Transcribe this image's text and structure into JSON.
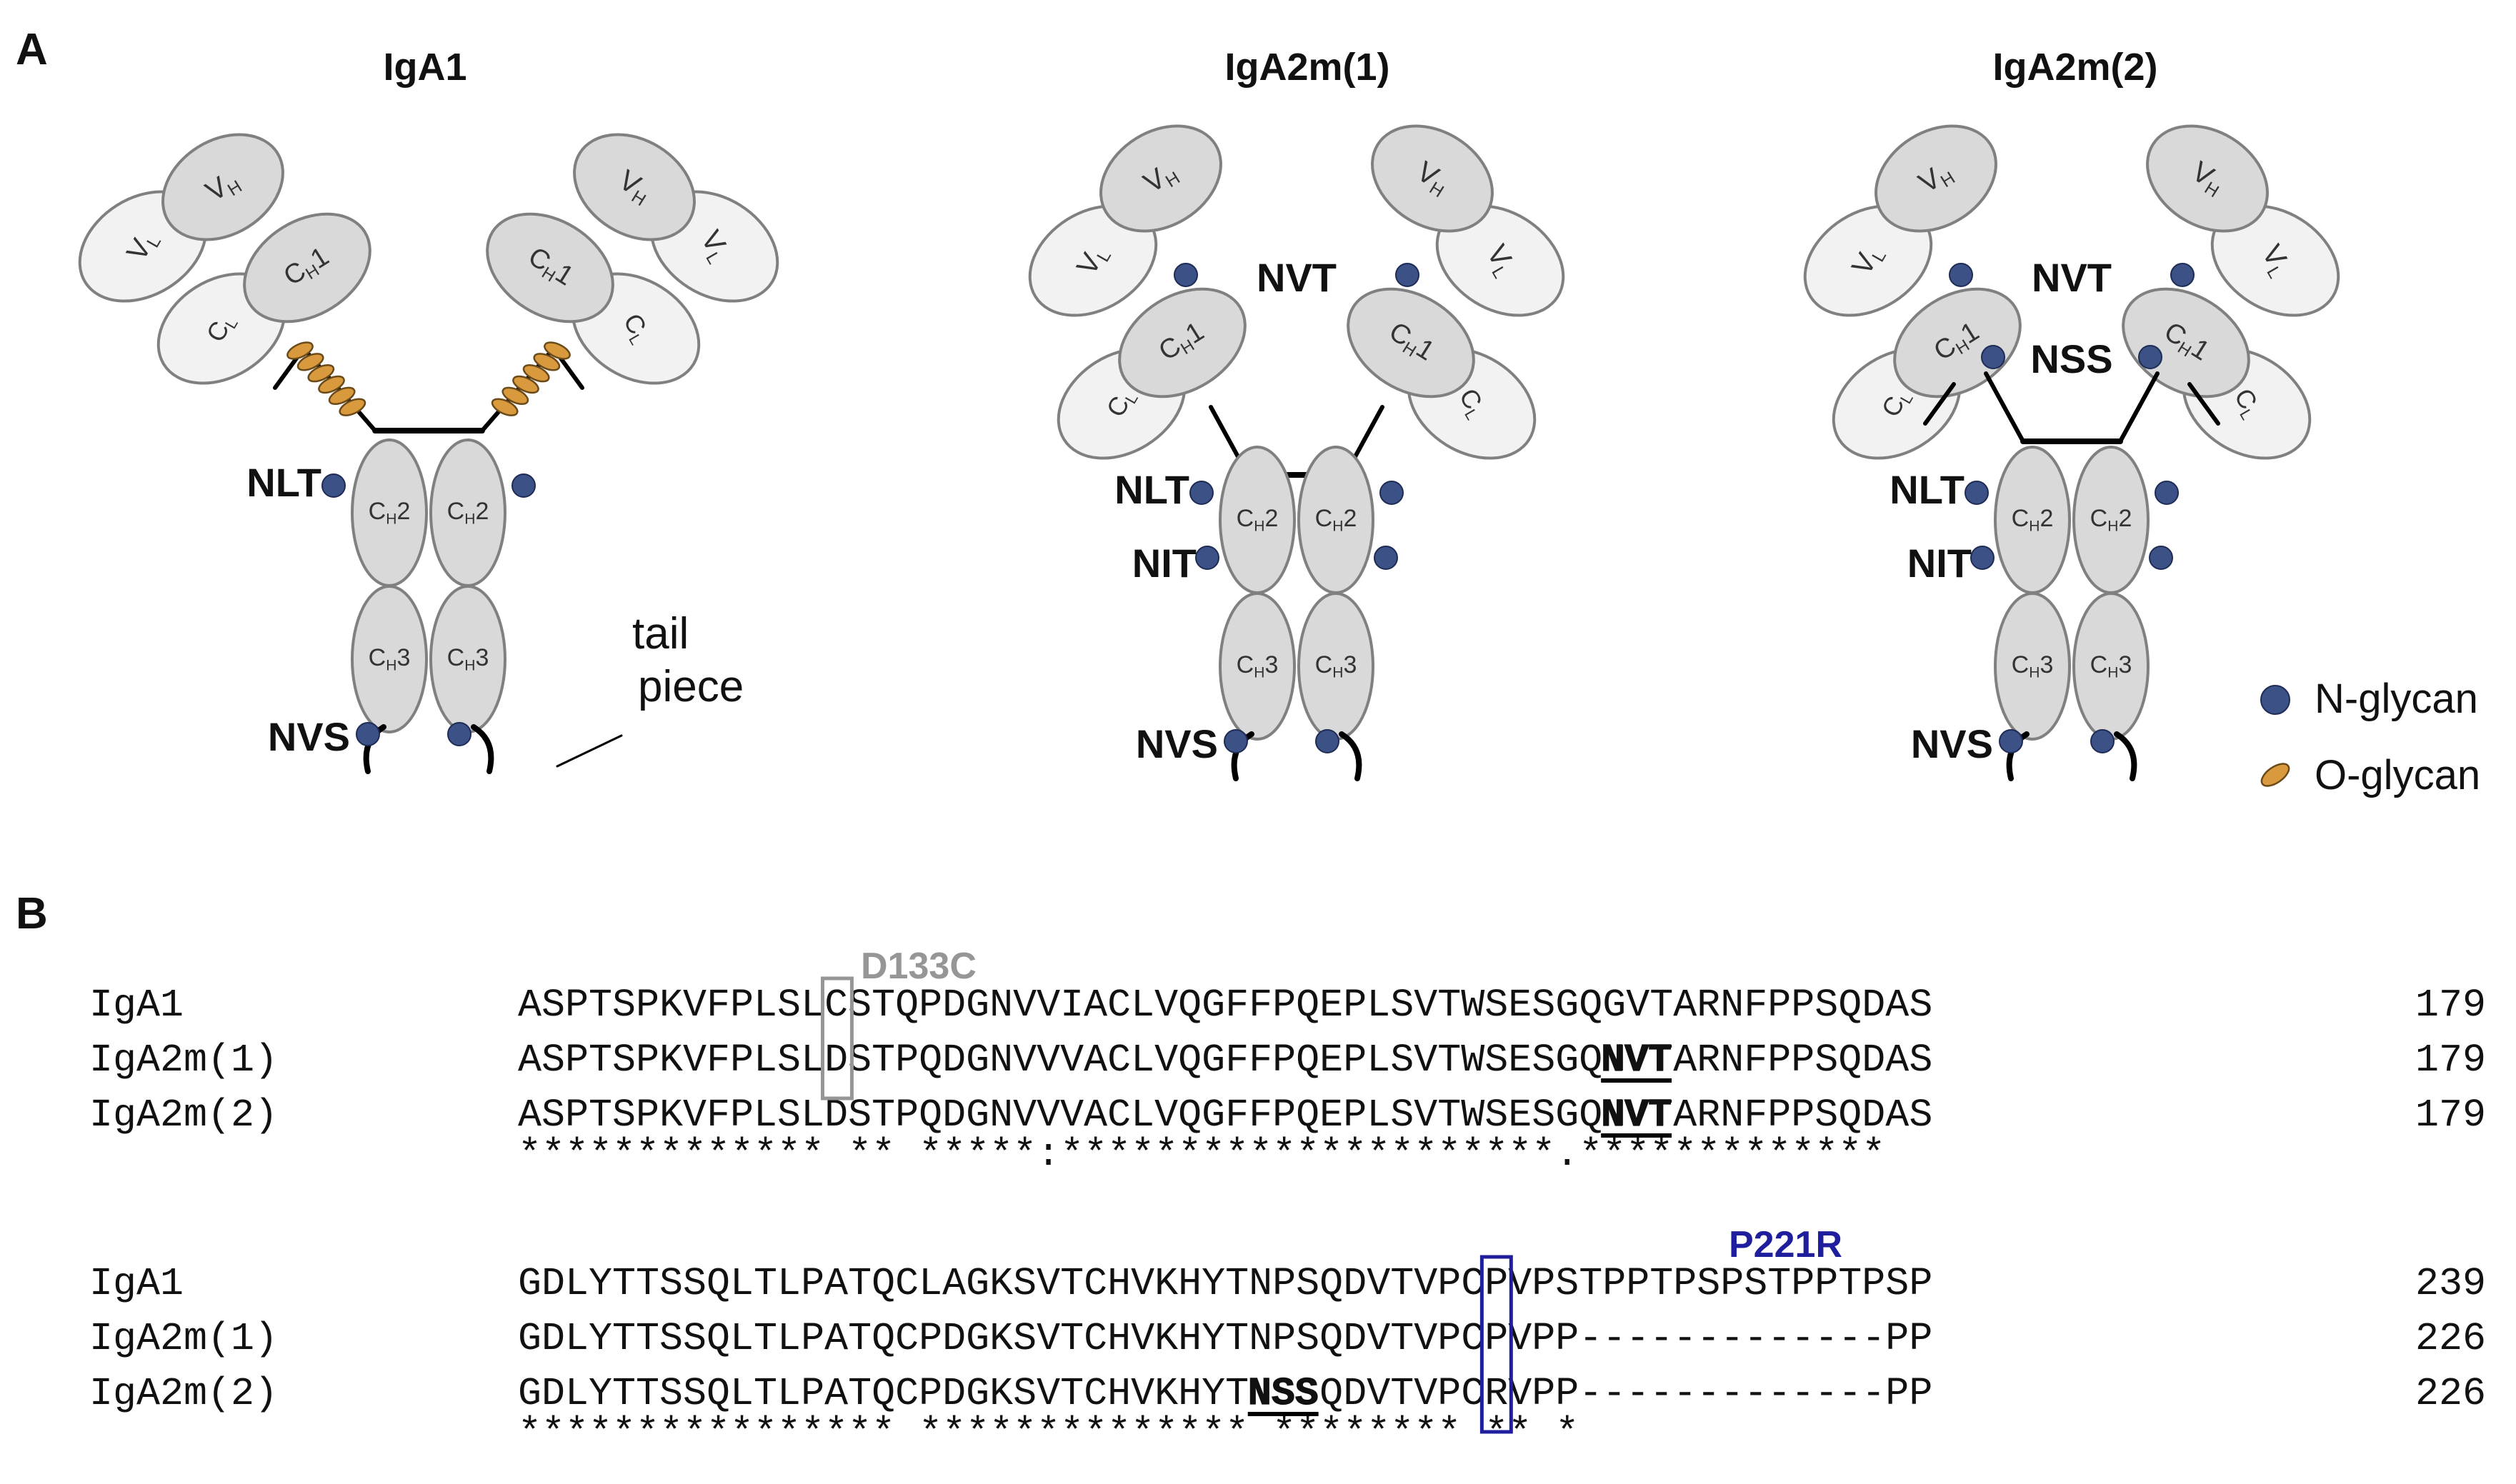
{
  "panel_a": {
    "letter": "A",
    "molecules": [
      {
        "title": "IgA1",
        "domains": {
          "vh": "V",
          "vh_sub": "H",
          "vl": "V",
          "vl_sub": "L",
          "ch1": "C",
          "ch1_sub": "H",
          "ch1_num": "1",
          "cl": "C",
          "cl_sub": "L",
          "ch2": "C",
          "ch2_sub": "H",
          "ch2_num": "2",
          "ch3": "C",
          "ch3_sub": "H",
          "ch3_num": "3"
        },
        "sites": {
          "nlt": "NLT",
          "nvs": "NVS"
        },
        "tailpiece": "tail\npiece"
      },
      {
        "title": "IgA2m(1)",
        "domains": {
          "vh": "V",
          "vh_sub": "H",
          "vl": "V",
          "vl_sub": "L",
          "ch1": "C",
          "ch1_sub": "H",
          "ch1_num": "1",
          "cl": "C",
          "cl_sub": "L",
          "ch2": "C",
          "ch2_sub": "H",
          "ch2_num": "2",
          "ch3": "C",
          "ch3_sub": "H",
          "ch3_num": "3"
        },
        "sites": {
          "nvt": "NVT",
          "nlt": "NLT",
          "nit": "NIT",
          "nvs": "NVS"
        }
      },
      {
        "title": "IgA2m(2)",
        "domains": {
          "vh": "V",
          "vh_sub": "H",
          "vl": "V",
          "vl_sub": "L",
          "ch1": "C",
          "ch1_sub": "H",
          "ch1_num": "1",
          "cl": "C",
          "cl_sub": "L",
          "ch2": "C",
          "ch2_sub": "H",
          "ch2_num": "2",
          "ch3": "C",
          "ch3_sub": "H",
          "ch3_num": "3"
        },
        "sites": {
          "nvt": "NVT",
          "nss": "NSS",
          "nlt": "NLT",
          "nit": "NIT",
          "nvs": "NVS"
        }
      }
    ],
    "legend": {
      "n_glycan": "N-glycan",
      "o_glycan": "O-glycan"
    },
    "colors": {
      "domain_dark": "#d9d9d9",
      "domain_light": "#f2f2f2",
      "n_glycan": "#3c5287",
      "o_glycan": "#d99a3e",
      "outline": "#808080"
    }
  },
  "panel_b": {
    "letter": "B",
    "block1": {
      "mutation": "D133C",
      "rows": [
        {
          "name": "IgA1",
          "seq": "ASPTSPKVFPLSLCSTQPDGNVVIACLVQGFFPQEPLSVTWSESGQGVTARNFPPSQDAS",
          "pos": "179"
        },
        {
          "name": "IgA2m(1)",
          "seq": "ASPTSPKVFPLSLDSTPQDGNVVVACLVQGFFPQEPLSVTWSESGQNVTARNFPPSQDAS",
          "pos": "179"
        },
        {
          "name": "IgA2m(2)",
          "seq": "ASPTSPKVFPLSLDSTPQDGNVVVACLVQGFFPQEPLSVTWSESGQNVTARNFPPSQDAS",
          "pos": "179"
        }
      ],
      "conservation": "************* **  *****:*********************.*************"
    },
    "block2": {
      "mutation": "P221R",
      "rows": [
        {
          "name": "IgA1",
          "seq": "GDLYTTSSQLTLPATQCLAGKSVTCHVKHYTNPSQDVTVPCPVPSTPPTPSPSTPPTPSP",
          "pos": "239"
        },
        {
          "name": "IgA2m(1)",
          "seq": "GDLYTTSSQLTLPATQCPDGKSVTCHVKHYTNPSQDVTVPCPVPP-------------PP",
          "pos": "226"
        },
        {
          "name": "IgA2m(2)",
          "seq": "GDLYTTSSQLTLPATQCPDGKSVTCHVKHYTNSSQDVTVPCRVPP-------------PP",
          "pos": "226"
        }
      ],
      "conservation": "****************   ************** ********  **             *"
    },
    "colors": {
      "d133c": "#969696",
      "p221r": "#1f1f9e"
    }
  }
}
